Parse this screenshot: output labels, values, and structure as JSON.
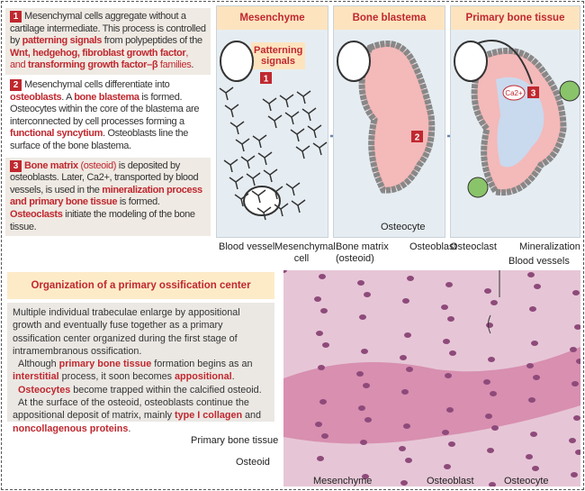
{
  "steps": [
    {
      "num": "1",
      "parts": [
        [
          "n",
          "Mesenchymal cells aggregate without a cartilage intermediate. This process is controlled by "
        ],
        [
          "r",
          "patterning signals"
        ],
        [
          "n",
          " from polypeptides of the "
        ],
        [
          "r",
          "Wnt, hedgehog, fibroblast growth factor"
        ],
        [
          "rn",
          ", and "
        ],
        [
          "r",
          "transforming growth factor–β"
        ],
        [
          "rn",
          " families"
        ],
        [
          "n",
          "."
        ]
      ]
    },
    {
      "num": "2",
      "parts": [
        [
          "n",
          "Mesenchymal cells differentiate into "
        ],
        [
          "r",
          "osteoblasts"
        ],
        [
          "n",
          ". A "
        ],
        [
          "r",
          "bone blastema"
        ],
        [
          "n",
          " is formed. Osteocytes within the core of the blastema are interconnected by cell processes forming a "
        ],
        [
          "r",
          "functional syncytium"
        ],
        [
          "n",
          ". Osteoblasts line the surface of the bone blastema."
        ]
      ]
    },
    {
      "num": "3",
      "parts": [
        [
          "r",
          "Bone matrix"
        ],
        [
          "rn",
          " (osteoid)"
        ],
        [
          "n",
          " is deposited by osteoblasts. Later, Ca2+, transported by blood vessels, is used in the "
        ],
        [
          "r",
          "mineralization process and primary bone tissue"
        ],
        [
          "n",
          " is formed. "
        ],
        [
          "r",
          "Osteoclasts"
        ],
        [
          "n",
          " initiate the modeling of the bone tissue."
        ]
      ]
    }
  ],
  "panels": {
    "mesenchyme": "Mesenchyme",
    "blastema": "Bone blastema",
    "primary": "Primary bone tissue",
    "patterning": "Patterning signals",
    "ca": "Ca2+",
    "badge1": "1",
    "badge2": "2",
    "badge3": "3"
  },
  "labels": {
    "blood_vessel": "Blood vessel",
    "mesenchymal_cell": "Mesenchymal cell",
    "bone_matrix": "Bone matrix (osteoid)",
    "osteocyte": "Osteocyte",
    "osteoblast": "Osteoblast",
    "osteoclast": "Osteoclast",
    "mineralization": "Mineralization"
  },
  "organization": {
    "title": "Organization of a primary ossification center",
    "parts": [
      [
        "n",
        "Multiple individual trabeculae enlarge by appositional growth and eventually fuse together as a primary ossification center organized during the first stage of intramembranous ossification."
      ],
      [
        "br",
        ""
      ],
      [
        "n",
        "  Although "
      ],
      [
        "r",
        "primary bone tissue"
      ],
      [
        "n",
        " formation begins as an "
      ],
      [
        "r",
        "interstitial"
      ],
      [
        "n",
        " process, it soon becomes "
      ],
      [
        "r",
        "appositional"
      ],
      [
        "n",
        "."
      ],
      [
        "br",
        ""
      ],
      [
        "n",
        "  "
      ],
      [
        "r",
        "Osteocytes"
      ],
      [
        "n",
        " become trapped within the calcified osteoid."
      ],
      [
        "br",
        ""
      ],
      [
        "n",
        "  At the surface of the osteoid, osteoblasts continue the appositional deposit of matrix, mainly "
      ],
      [
        "r",
        "type I collagen"
      ],
      [
        "n",
        " and "
      ],
      [
        "r",
        "noncollagenous proteins"
      ],
      [
        "n",
        "."
      ]
    ]
  },
  "micro_labels": {
    "blood_vessels": "Blood vessels",
    "primary_bone_tissue": "Primary bone tissue",
    "osteoid": "Osteoid",
    "mesenchyme": "Mesenchyme",
    "osteoblast": "Osteoblast",
    "osteocyte": "Osteocyte"
  }
}
